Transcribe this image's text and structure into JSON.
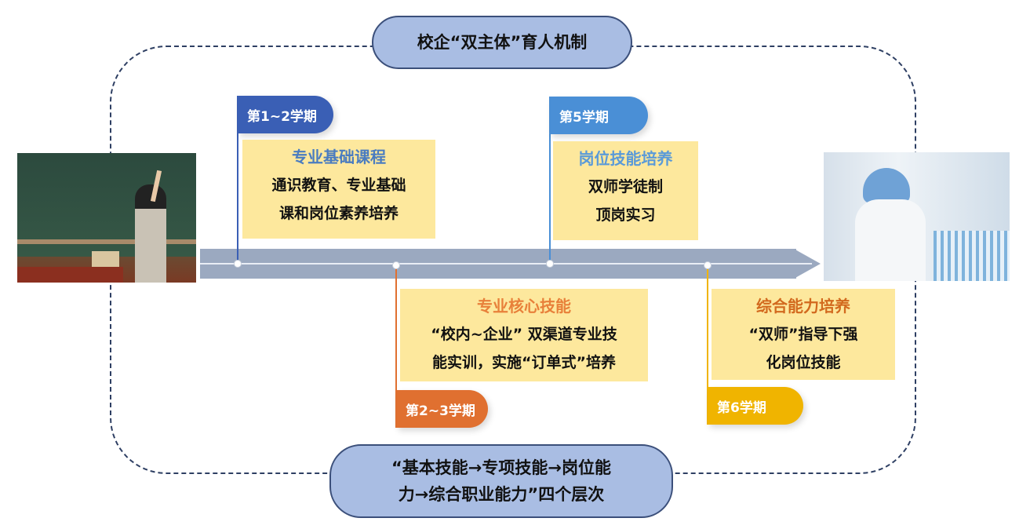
{
  "title": "校企“双主体”育人机制",
  "bottom": {
    "line1": "“基本技能→专项技能→岗位能",
    "line2": "力→综合职业能力”四个层次"
  },
  "stages": [
    {
      "term": "第1~2学期",
      "title": "专业基础课程",
      "lines": [
        "通识教育、专业基础",
        "课和岗位素养培养"
      ],
      "color": "#3a5fb5",
      "title_color": "#4a7cc0"
    },
    {
      "term": "第2~3学期",
      "title": "专业核心技能",
      "lines": [
        "“校内~企业” 双渠道专业技",
        "能实训，实施“订单式”培养"
      ],
      "color": "#e07030",
      "title_color": "#e8803a"
    },
    {
      "term": "第5学期",
      "title": "岗位技能培养",
      "lines": [
        "双师学徒制",
        "顶岗实习"
      ],
      "color": "#4a8fd6",
      "title_color": "#5a9ad8"
    },
    {
      "term": "第6学期",
      "title": "综合能力培养",
      "lines": [
        "“双师”指导下强",
        "化岗位技能"
      ],
      "color": "#f0b400",
      "title_color": "#d2691e"
    }
  ]
}
